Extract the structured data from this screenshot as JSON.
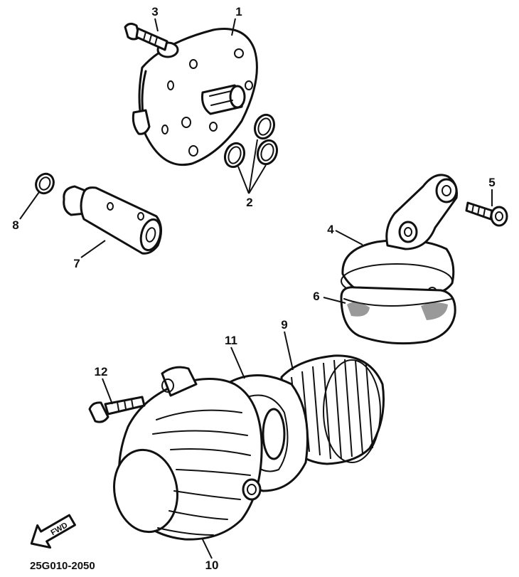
{
  "drawing_code": "25G010-2050",
  "direction_arrow": {
    "text": "FWD",
    "icon": "front-arrow-icon"
  },
  "callouts": [
    {
      "id": "1",
      "text": "1"
    },
    {
      "id": "2",
      "text": "2"
    },
    {
      "id": "3",
      "text": "3"
    },
    {
      "id": "4",
      "text": "4"
    },
    {
      "id": "5",
      "text": "5"
    },
    {
      "id": "6",
      "text": "6"
    },
    {
      "id": "7",
      "text": "7"
    },
    {
      "id": "8",
      "text": "8"
    },
    {
      "id": "9",
      "text": "9"
    },
    {
      "id": "10",
      "text": "10"
    },
    {
      "id": "11",
      "text": "11"
    },
    {
      "id": "12",
      "text": "12"
    }
  ]
}
